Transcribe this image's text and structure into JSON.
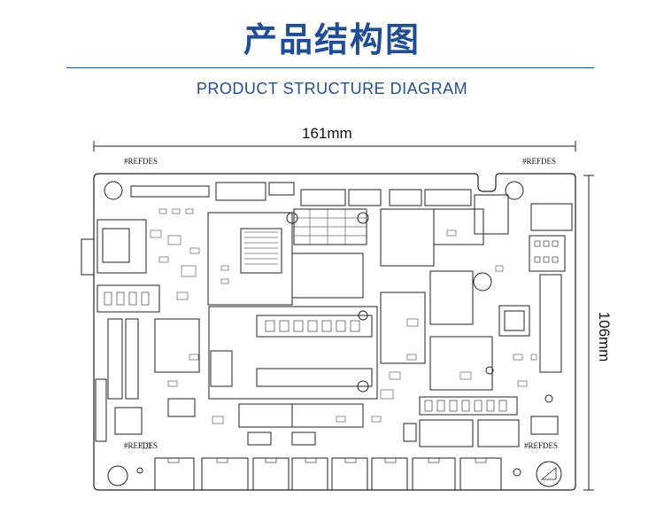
{
  "title_cn": "产品结构图",
  "title_en": "PRODUCT STRUCTURE DIAGRAM",
  "dimensions": {
    "width_label": "161mm",
    "height_label": "106mm"
  },
  "refdes": {
    "top_left": "#REFDES",
    "top_right": "#REFDES",
    "bottom_left": "#REFDES",
    "bottom_right": "#REFDES"
  },
  "colors": {
    "title": "#1f4e94",
    "line": "#222222"
  }
}
